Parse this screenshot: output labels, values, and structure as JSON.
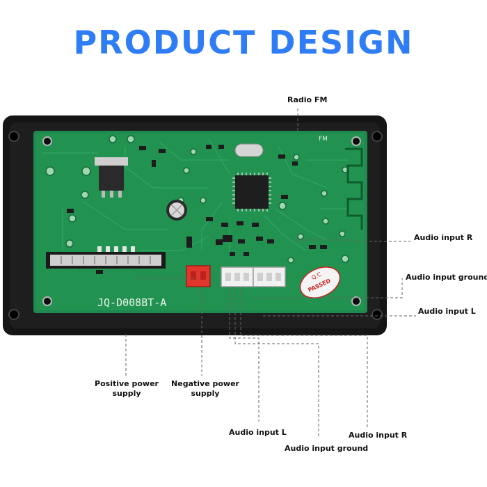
{
  "title": "PRODUCT DESIGN",
  "board": {
    "model_silkscreen": "JQ-D008BT-A",
    "qc_stamp_line1": "Q.C",
    "qc_stamp_line2": "PASSED",
    "fm_silk": "FM"
  },
  "labels": {
    "radio_fm": "Radio FM",
    "audio_input_r_right": "Audio input R",
    "audio_input_ground_right": "Audio input ground",
    "audio_input_l_right": "Audio input L",
    "positive_power_supply_line1": "Positive power",
    "positive_power_supply_line2": "supply",
    "negative_power_supply_line1": "Negative power",
    "negative_power_supply_line2": "supply",
    "audio_input_l_bottom": "Audio input L",
    "audio_input_ground_bottom": "Audio input ground",
    "audio_input_r_bottom": "Audio input R"
  },
  "colors": {
    "title_blue": "#2f7df6",
    "pcb_green": "#1f8a4f",
    "frame_black": "#151515",
    "connector_red": "#e2352b",
    "connector_white": "#f1f1f1"
  }
}
